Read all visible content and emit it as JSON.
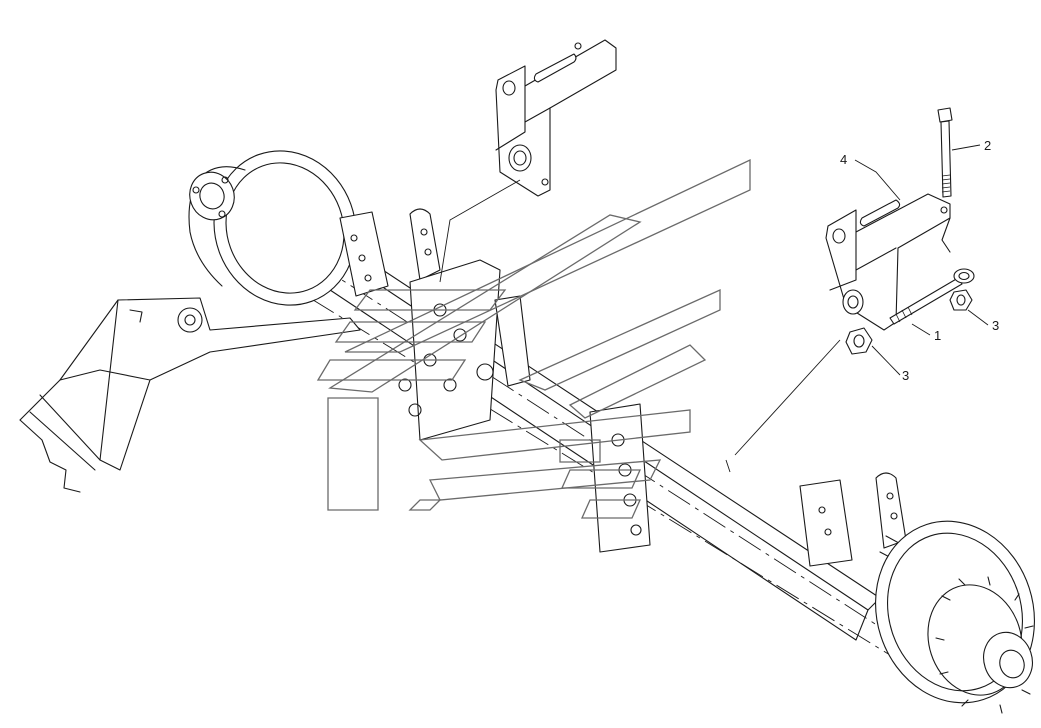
{
  "callouts": {
    "c1": "1",
    "c2": "2",
    "c3a": "3",
    "c3b": "3",
    "c4": "4"
  },
  "colors": {
    "line": "#1a1a1a",
    "watermark": "#6a6a6a",
    "background": "#ffffff"
  }
}
